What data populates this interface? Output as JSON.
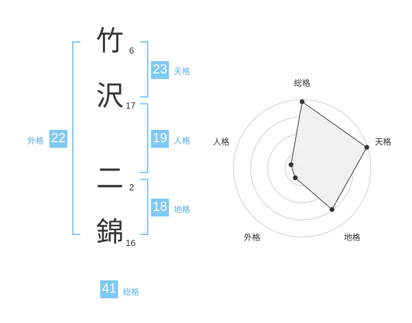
{
  "name": {
    "chars": [
      {
        "char": "竹",
        "strokes": "6"
      },
      {
        "char": "沢",
        "strokes": "17"
      },
      {
        "char": "二",
        "strokes": "2"
      },
      {
        "char": "錦",
        "strokes": "16"
      }
    ]
  },
  "kakusu": {
    "tenkaku": {
      "value": "23",
      "label": "天格"
    },
    "jinkaku": {
      "value": "19",
      "label": "人格"
    },
    "chikaku": {
      "value": "18",
      "label": "地格"
    },
    "gaikaku": {
      "value": "22",
      "label": "外格"
    },
    "soukaku": {
      "value": "41",
      "label": "総格"
    }
  },
  "chart_data": {
    "type": "radar",
    "axes": [
      "総格",
      "天格",
      "地格",
      "外格",
      "人格"
    ],
    "values": [
      0.97,
      0.99,
      0.74,
      0.17,
      0.17
    ],
    "rings": 4,
    "colors": {
      "fill": "#f0f0f0",
      "stroke": "#333333",
      "grid": "#cccccc",
      "point": "#333333"
    }
  }
}
